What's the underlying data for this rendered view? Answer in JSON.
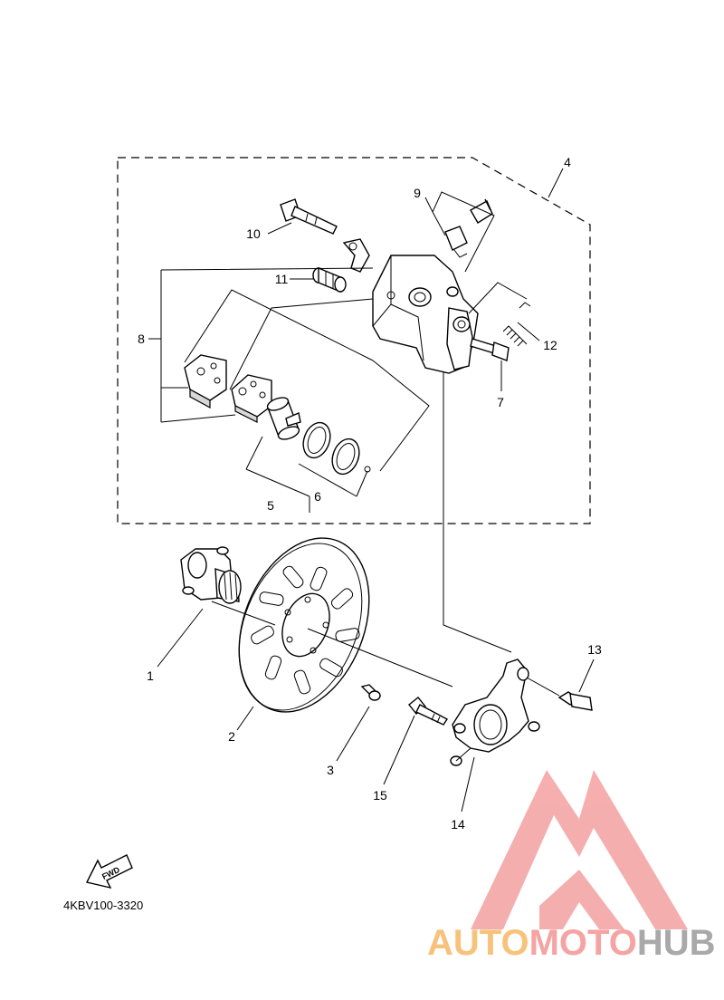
{
  "diagram": {
    "callouts": {
      "c1": "1",
      "c2": "2",
      "c3": "3",
      "c4": "4",
      "c5": "5",
      "c6": "6",
      "c7": "7",
      "c8": "8",
      "c9": "9",
      "c10": "10",
      "c11": "11",
      "c12": "12",
      "c13": "13",
      "c14": "14",
      "c15": "15"
    },
    "fwd_arrow_label": "FWD",
    "drawing_code": "4KBV100-3320"
  },
  "watermark": {
    "brand_part1": "AUTO",
    "brand_part2": "MOTO",
    "brand_part3": "HUB",
    "colors": {
      "logo": "#f4a0a0",
      "auto": "#f7c27a",
      "moto": "#f5a3a3",
      "hub": "#a9a9a9"
    }
  }
}
